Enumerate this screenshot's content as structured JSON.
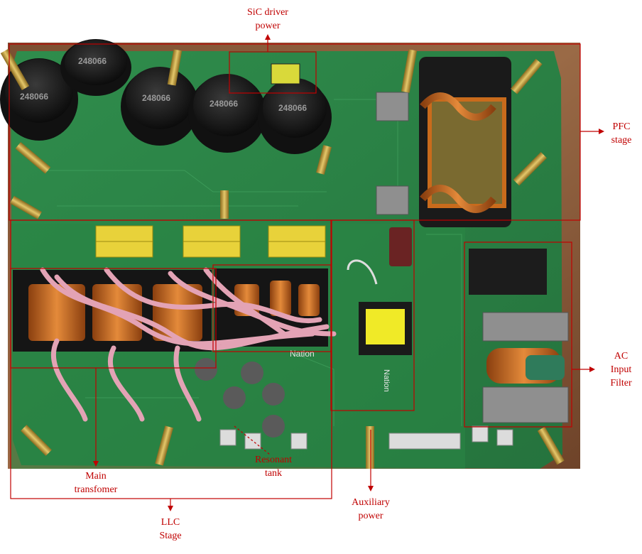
{
  "annotations": {
    "sic_driver_power": [
      "SiC driver",
      "power"
    ],
    "pfc_stage": [
      "PFC",
      "stage"
    ],
    "ac_input_filter": [
      "AC",
      "Input",
      "Filter"
    ],
    "main_transformer": [
      "Main",
      "transfomer"
    ],
    "resonant_tank": [
      "Resonant",
      "tank"
    ],
    "llc_stage": [
      "LLC",
      "Stage"
    ],
    "auxiliary_power": [
      "Auxiliary",
      "power"
    ]
  },
  "board_markings": {
    "capacitor_code": "248066",
    "brand": "Nation"
  },
  "colors": {
    "annotation": "#c00000",
    "pcb": "#2f8a4a",
    "wood": "#8a5a38"
  }
}
